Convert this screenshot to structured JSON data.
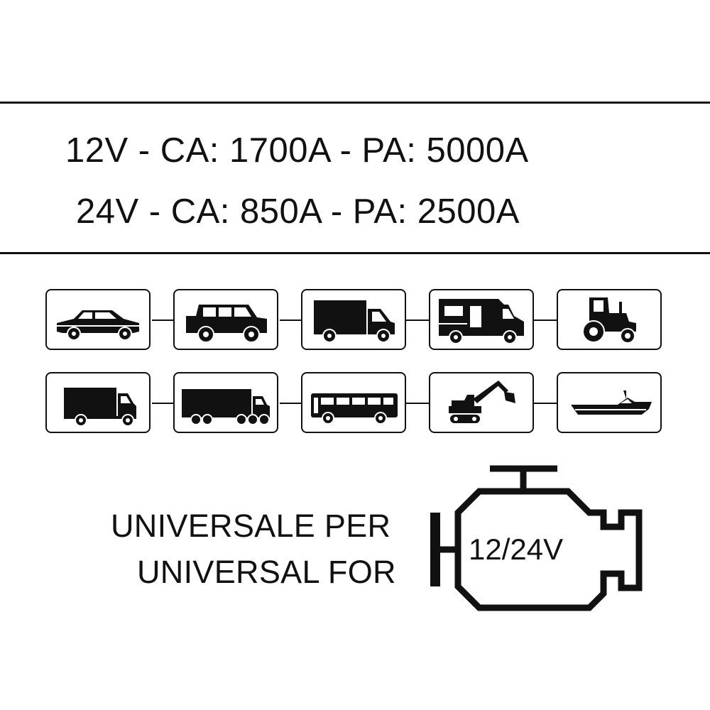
{
  "specs": {
    "line1": "12V - CA: 1700A - PA: 5000A",
    "line2": "24V - CA: 850A - PA: 2500A"
  },
  "vehicles": {
    "row1": [
      "car-icon",
      "suv-icon",
      "van-icon",
      "camper-icon",
      "tractor-icon"
    ],
    "row2": [
      "truck-icon",
      "semi-truck-icon",
      "bus-icon",
      "excavator-icon",
      "boat-icon"
    ]
  },
  "universal": {
    "line1": "UNIVERSALE PER",
    "line2": "UNIVERSAL FOR"
  },
  "engine": {
    "voltage": "12/24V"
  }
}
